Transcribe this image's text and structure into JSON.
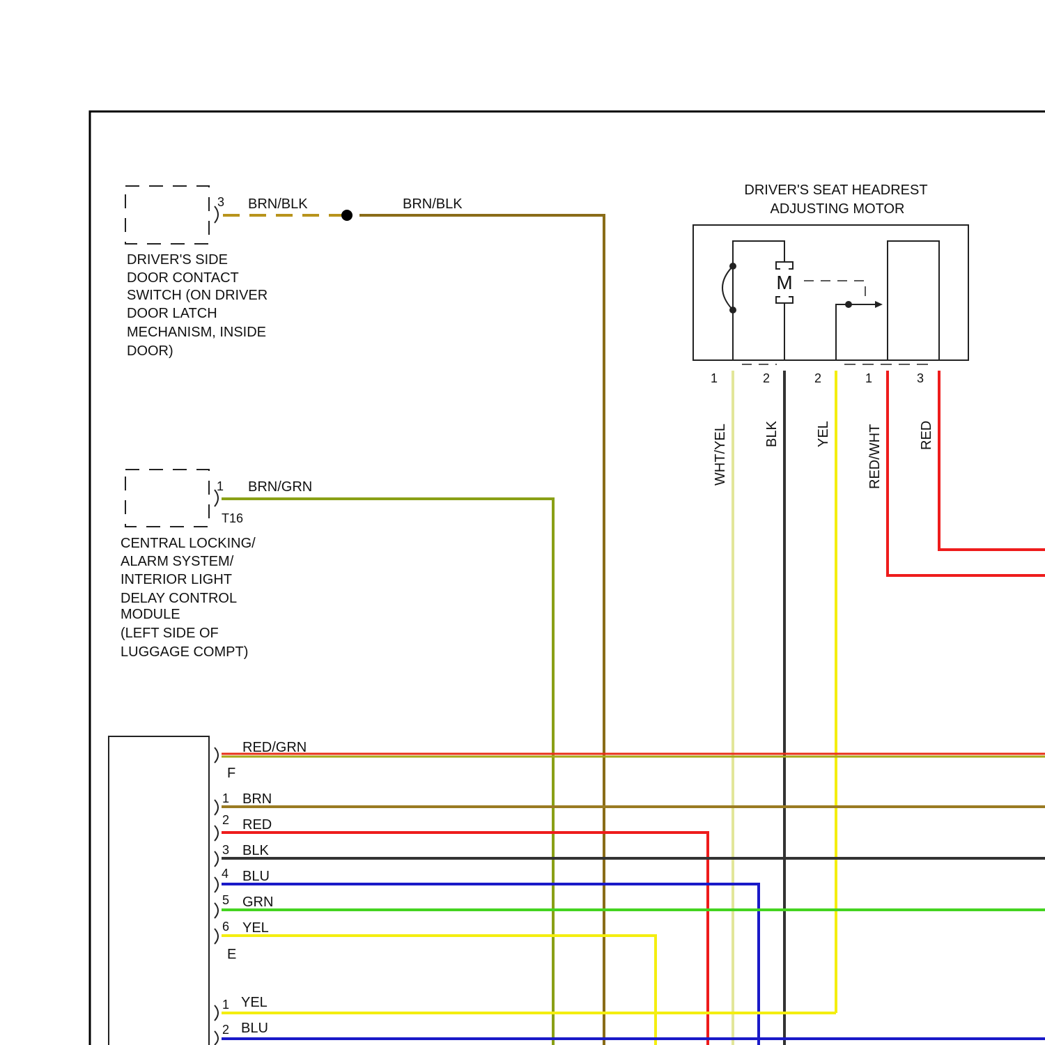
{
  "door_switch": {
    "title_lines": [
      "DRIVER'S SIDE",
      "DOOR CONTACT",
      "SWITCH (ON DRIVER",
      "DOOR LATCH",
      "MECHANISM, INSIDE",
      "DOOR)"
    ],
    "pin": "3",
    "wire_left": "BRN/BLK",
    "wire_right": "BRN/BLK"
  },
  "locking_module": {
    "title_lines": [
      "CENTRAL LOCKING/",
      "ALARM SYSTEM/",
      "INTERIOR LIGHT",
      "DELAY CONTROL",
      "MODULE",
      "(LEFT SIDE OF",
      "LUGGAGE COMPT)"
    ],
    "pin": "1",
    "connector": "T16",
    "wire": "BRN/GRN"
  },
  "motor": {
    "title_lines": [
      "DRIVER'S SEAT HEADREST",
      "ADJUSTING MOTOR"
    ],
    "symbol": "M",
    "pins": [
      "1",
      "2",
      "2",
      "1",
      "3"
    ],
    "wires": [
      "WHT/YEL",
      "BLK",
      "YEL",
      "RED/WHT",
      "RED"
    ]
  },
  "left_connector": {
    "groups": [
      {
        "id": "F",
        "pins": [
          {
            "pin": "",
            "wire": "RED/GRN"
          }
        ]
      },
      {
        "id": "E",
        "pins": [
          {
            "pin": "1",
            "wire": "BRN"
          },
          {
            "pin": "2",
            "wire": "RED"
          },
          {
            "pin": "3",
            "wire": "BLK"
          },
          {
            "pin": "4",
            "wire": "BLU"
          },
          {
            "pin": "5",
            "wire": "GRN"
          },
          {
            "pin": "6",
            "wire": "YEL"
          }
        ]
      },
      {
        "id": "",
        "pins": [
          {
            "pin": "1",
            "wire": "YEL"
          },
          {
            "pin": "2",
            "wire": "BLU"
          }
        ]
      }
    ]
  },
  "colors": {
    "brown": "#9a7b23",
    "brn_blk": "#8a6c18",
    "brn_dash": "#b8941c",
    "brn_grn": "#8aa016",
    "red": "#ee1c1c",
    "red_grn_top": "#e8321a",
    "red_grn_bottom": "#a8a818",
    "black": "#333333",
    "blue": "#1a1ac8",
    "green": "#44d420",
    "yellow": "#f4ee10",
    "wht_yel": "#e2e69a"
  }
}
